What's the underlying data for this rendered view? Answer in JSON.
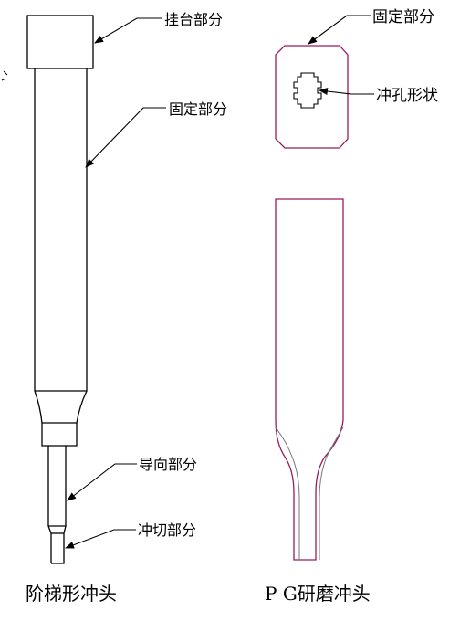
{
  "left_diagram": {
    "labels": {
      "hanging_part": "挂台部分",
      "fixed_part": "固定部分",
      "guide_part": "导向部分",
      "punch_part": "冲切部分"
    },
    "caption": "阶梯形冲头"
  },
  "right_diagram": {
    "labels": {
      "fixed_part": "固定部分",
      "hole_shape": "冲孔形状"
    },
    "caption": "P G研磨冲头"
  },
  "colors": {
    "outline": "#000000",
    "pg_outline": "#9b1a5c",
    "background": "#ffffff"
  }
}
